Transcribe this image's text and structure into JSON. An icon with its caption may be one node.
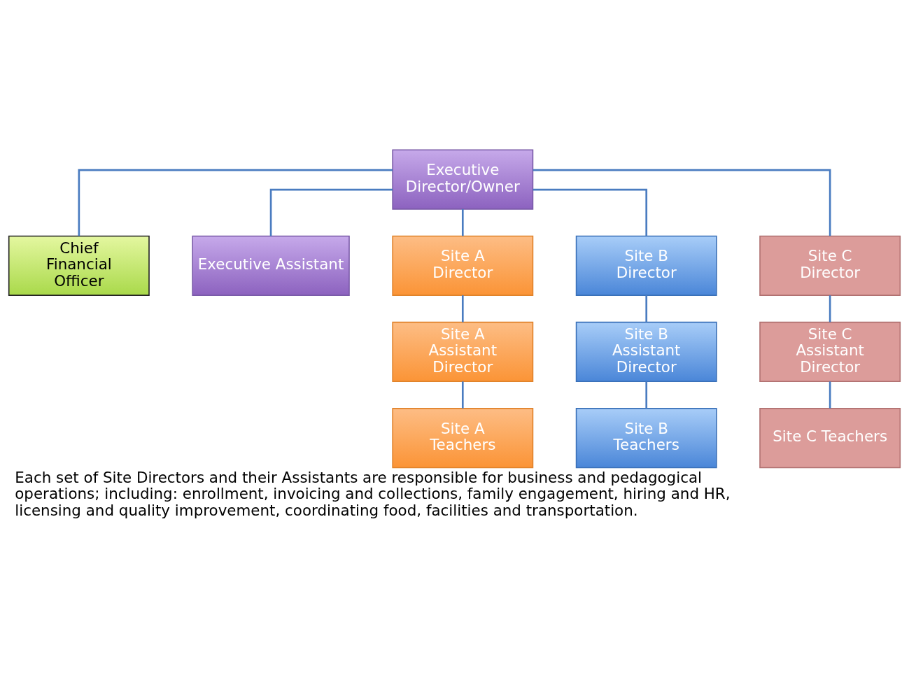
{
  "diagram": {
    "caption": "Each set of Site Directors and their Assistants are responsible for business and pedagogical operations; including: enrollment, invoicing and collections, family engagement, hiring and HR, licensing and quality improvement, coordinating food, facilities and transportation.",
    "nodes": [
      {
        "text": [
          "Executive Director/Owner"
        ]
      },
      {
        "text": [
          "Chief Financial Officer"
        ]
      },
      {
        "text": [
          "Executive Assistant"
        ]
      },
      {
        "text": [
          "Site A Director"
        ]
      },
      {
        "text": [
          "Site A Assistant Director"
        ]
      },
      {
        "text": [
          "Site A Teachers"
        ]
      },
      {
        "text": [
          "Site B Director"
        ]
      },
      {
        "text": [
          "Site B Assistant Director"
        ]
      },
      {
        "text": [
          "Site B Teachers"
        ]
      },
      {
        "text": [
          "Site C Director"
        ]
      },
      {
        "text": [
          "Site C Assistant Director"
        ]
      },
      {
        "text": [
          "Site C Teachers"
        ]
      }
    ],
    "edges": [
      {
        "from": 0,
        "to": 1,
        "arrow": "none"
      },
      {
        "from": 0,
        "to": 2,
        "arrow": "none"
      },
      {
        "from": 0,
        "to": 3,
        "arrow": "none"
      },
      {
        "from": 0,
        "to": 6,
        "arrow": "none"
      },
      {
        "from": 0,
        "to": 9,
        "arrow": "none"
      },
      {
        "from": 3,
        "to": 4,
        "arrow": "none"
      },
      {
        "from": 4,
        "to": 5,
        "arrow": "none"
      },
      {
        "from": 6,
        "to": 7,
        "arrow": "none"
      },
      {
        "from": 7,
        "to": 8,
        "arrow": "none"
      },
      {
        "from": 9,
        "to": 10,
        "arrow": "none"
      },
      {
        "from": 10,
        "to": 11,
        "arrow": "none"
      }
    ]
  }
}
